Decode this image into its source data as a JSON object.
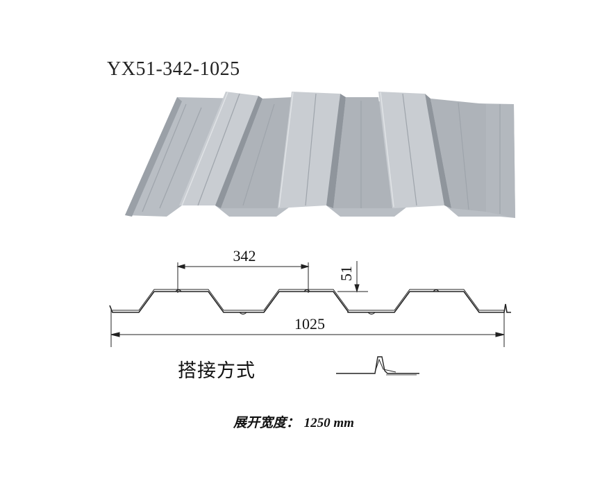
{
  "title": "YX51-342-1025",
  "dimensions": {
    "pitch": "342",
    "height": "51",
    "cover_width": "1025"
  },
  "joint": {
    "label": "搭接方式"
  },
  "unfold": {
    "label": "展开宽度：",
    "value": "1250 mm"
  },
  "colors": {
    "sheet_face": "#b9bec4",
    "sheet_shadow": "#8f959c",
    "sheet_light": "#d3d7db",
    "line": "#222222"
  }
}
